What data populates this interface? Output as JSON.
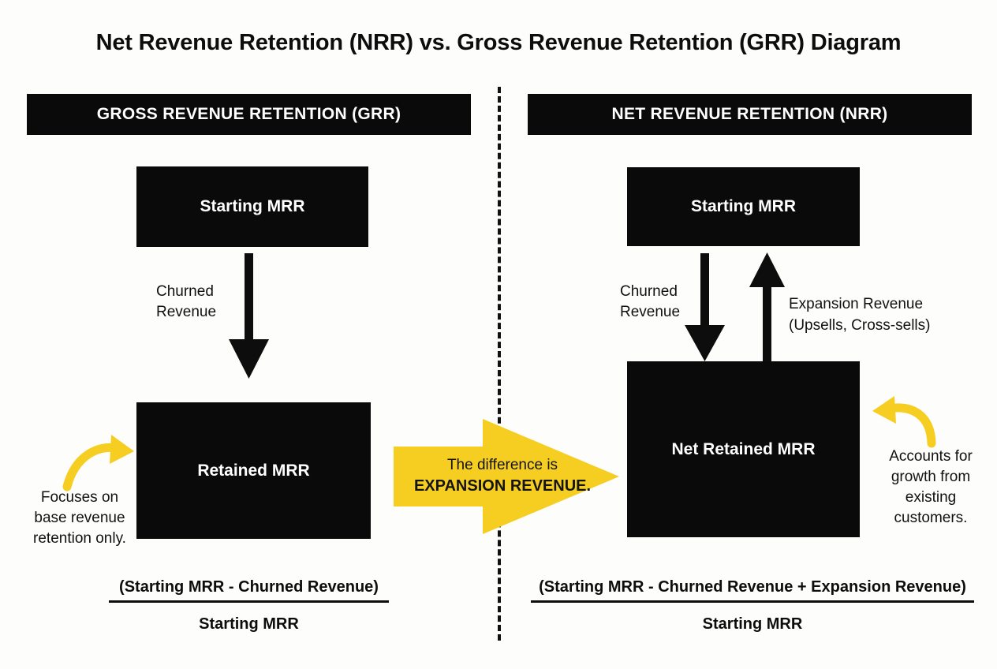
{
  "title": "Net Revenue Retention (NRR) vs. Gross Revenue Retention (GRR) Diagram",
  "colors": {
    "accent_yellow": "#F5CE21",
    "box_black": "#0A0A0A",
    "background": "#FDFDFB",
    "text": "#111111"
  },
  "grr": {
    "header": "GROSS REVENUE RETENTION (GRR)",
    "start_box": "Starting MRR",
    "churn_label": "Churned\nRevenue",
    "retained_box": "Retained MRR",
    "callout": "Focuses on\nbase revenue\nretention only.",
    "formula": {
      "numerator": "(Starting MRR - Churned Revenue)",
      "denominator": "Starting MRR"
    }
  },
  "nrr": {
    "header": "NET REVENUE RETENTION (NRR)",
    "start_box": "Starting MRR",
    "churn_label": "Churned\nRevenue",
    "expansion_label": "Expansion Revenue\n(Upsells, Cross-sells)",
    "retained_box": "Net Retained MRR",
    "callout": "Accounts for\ngrowth from\nexisting\ncustomers.",
    "formula": {
      "numerator": "(Starting MRR - Churned Revenue + Expansion Revenue)",
      "denominator": "Starting MRR"
    }
  },
  "middle_arrow": {
    "line1": "The difference is",
    "line2": "EXPANSION REVENUE."
  },
  "icons": {
    "down_arrow": "down-arrow-icon",
    "up_arrow": "up-arrow-icon",
    "right_block_arrow": "right-block-arrow-icon",
    "curved_arrow_left": "curved-arrow-right-icon",
    "curved_arrow_right": "curved-arrow-left-icon",
    "divider": "dashed-divider-icon"
  }
}
